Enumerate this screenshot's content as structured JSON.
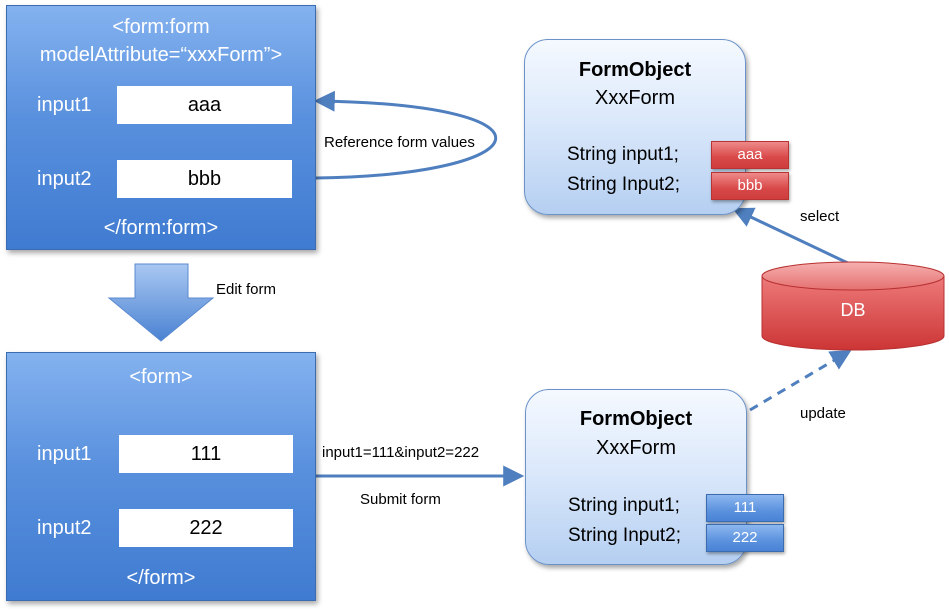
{
  "top_form": {
    "open_tag_line1": "<form:form",
    "open_tag_line2": "modelAttribute=“xxxForm”>",
    "input1_label": "input1",
    "input1_value": "aaa",
    "input2_label": "input2",
    "input2_value": "bbb",
    "close_tag": "</form:form>"
  },
  "bottom_form": {
    "open_tag": "<form>",
    "input1_label": "input1",
    "input1_value": "111",
    "input2_label": "input2",
    "input2_value": "222",
    "close_tag": "</form>"
  },
  "form_object_top": {
    "title": "FormObject",
    "class_name": "XxxForm",
    "field1": "String input1;",
    "field2": "String Input2;",
    "value1": "aaa",
    "value2": "bbb"
  },
  "form_object_bottom": {
    "title": "FormObject",
    "class_name": "XxxForm",
    "field1": "String input1;",
    "field2": "String Input2;",
    "value1": "111",
    "value2": "222"
  },
  "db": {
    "label": "DB"
  },
  "labels": {
    "reference": "Reference form values",
    "edit": "Edit form",
    "query_string": "input1=111&input2=222",
    "submit": "Submit form",
    "select": "select",
    "update": "update"
  },
  "colors": {
    "panel_blue": "#4f87d8",
    "db_red": "#d94848",
    "arrow_blue": "#4f7fbf"
  }
}
